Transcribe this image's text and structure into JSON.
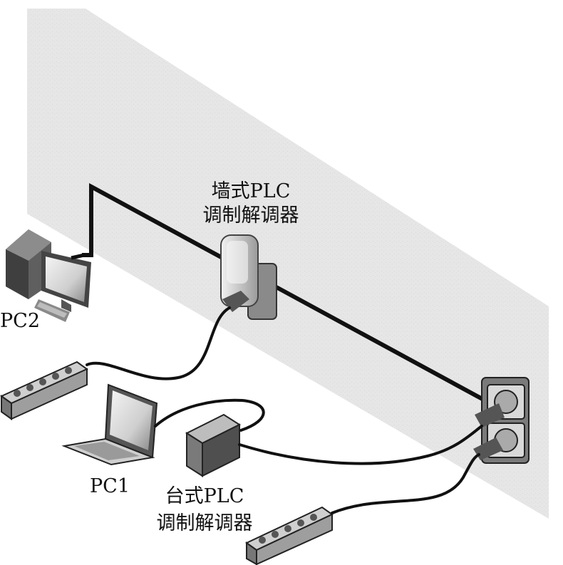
{
  "labels": {
    "wall_modem_line1": "墙式PLC",
    "wall_modem_line2": "调制解调器",
    "desktop_modem_line1": "台式PLC",
    "desktop_modem_line2": "调制解调器",
    "pc1": "PC1",
    "pc2": "PC2"
  },
  "colors": {
    "wall": "#e9e9e9",
    "cable": "#111111",
    "device_dark": "#555555",
    "device_light": "#bdbdbd"
  }
}
